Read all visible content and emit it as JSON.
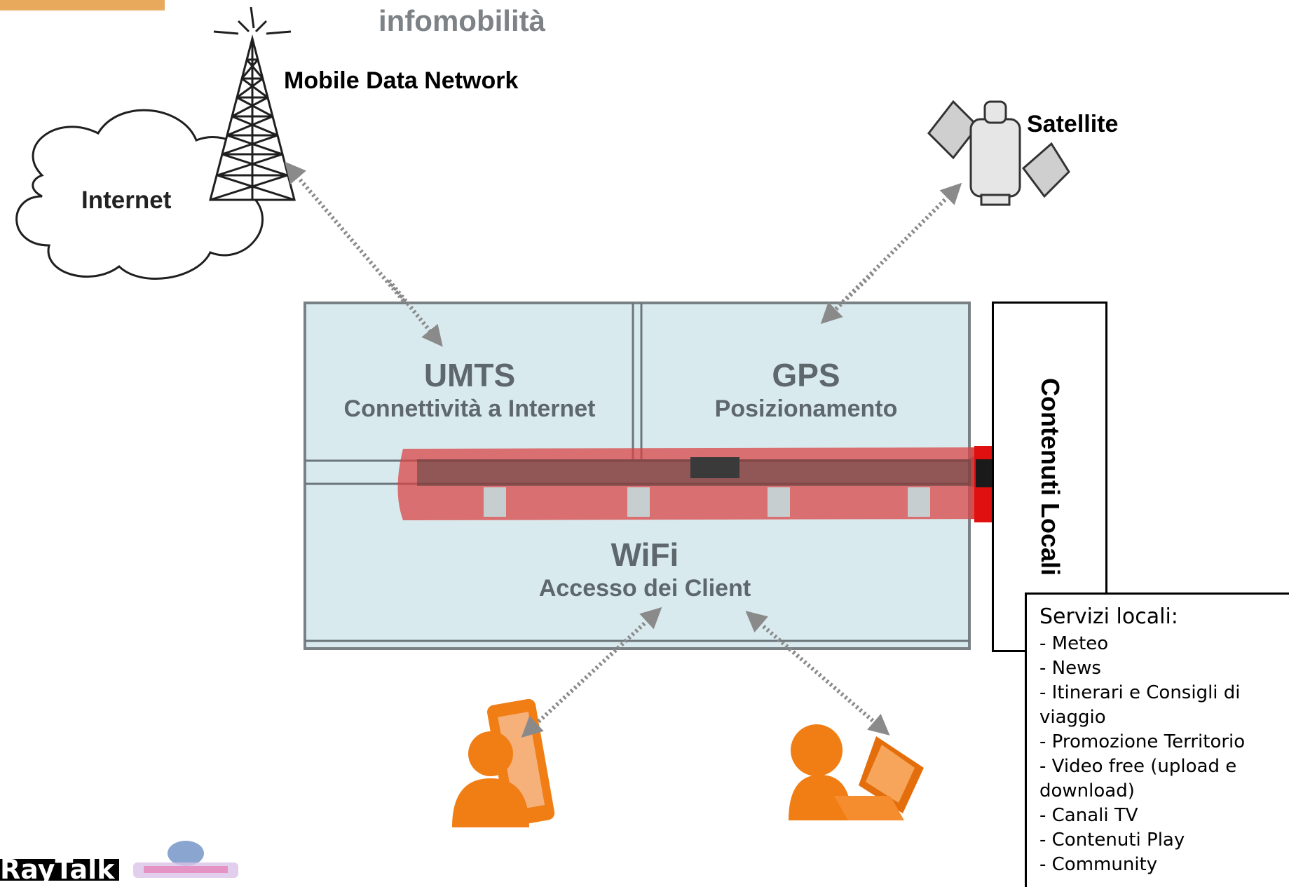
{
  "title": "infomobilità",
  "labels": {
    "mobile_data_network": "Mobile Data Network",
    "satellite": "Satellite",
    "internet": "Internet"
  },
  "zones": {
    "umts": {
      "name": "UMTS",
      "desc": "Connettività a Internet"
    },
    "gps": {
      "name": "GPS",
      "desc": "Posizionamento"
    },
    "wifi": {
      "name": "WiFi",
      "desc": "Accesso dei Client"
    }
  },
  "contenuti_locali": "Contenuti Locali",
  "servizi_locali": {
    "title": "Servizi locali:",
    "items": [
      "- Meteo",
      "- News",
      "- Itinerari e Consigli di viaggio",
      "- Promozione Territorio",
      "- Video free (upload e download)",
      "- Canali TV",
      "- Contenuti Play",
      "- Community"
    ]
  },
  "logos": {
    "logo1_text": "RayTalk"
  },
  "colors": {
    "box_fill": "#d9eaee",
    "train_red": "#d84545",
    "person_orange": "#f07e14",
    "arrow_gray": "#8a8a8a"
  }
}
